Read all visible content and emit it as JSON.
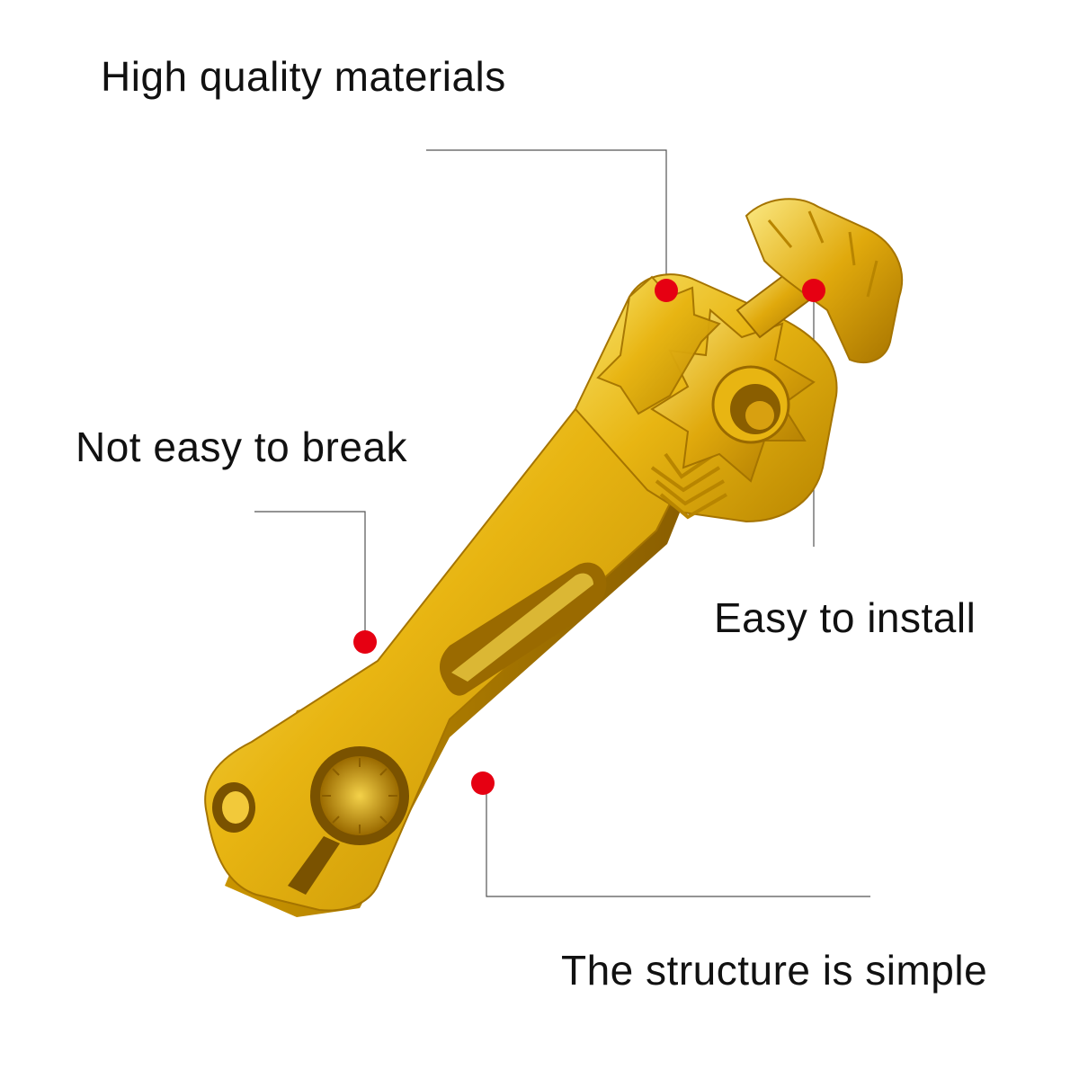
{
  "callouts": {
    "high_quality": "High quality materials",
    "not_easy_break": "Not easy to break",
    "easy_install": "Easy to install",
    "structure_simple": "The structure is simple"
  },
  "colors": {
    "gold_light": "#f8e36a",
    "gold_mid": "#e8b512",
    "gold_dark": "#b88500",
    "gold_deep": "#8a5e00",
    "marker_red": "#e60012",
    "leader_line": "#555555"
  },
  "icons": {
    "product": "gold-lever-adjuster-icon",
    "marker": "red-dot-marker"
  }
}
